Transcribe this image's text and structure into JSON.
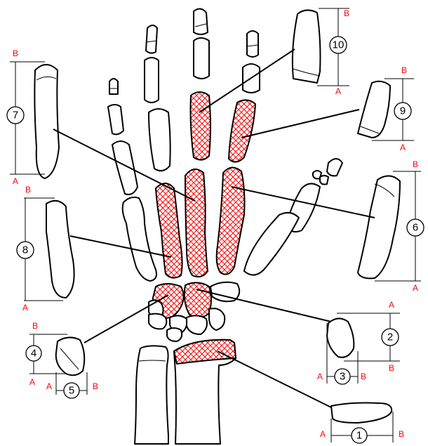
{
  "colors": {
    "hatch": "#ff0000",
    "ab_label": "#ff0000",
    "outline": "#000000"
  },
  "labels": {
    "m1": {
      "number": "1",
      "a": "A",
      "b": "B"
    },
    "m2": {
      "number": "2",
      "a": "A",
      "b": "B"
    },
    "m3": {
      "number": "3",
      "a": "A",
      "b": "B"
    },
    "m4": {
      "number": "4",
      "a": "A",
      "b": "B"
    },
    "m5": {
      "number": "5",
      "a": "A",
      "b": "B"
    },
    "m6": {
      "number": "6",
      "a": "A",
      "b": "B"
    },
    "m7": {
      "number": "7",
      "a": "A",
      "b": "B"
    },
    "m8": {
      "number": "8",
      "a": "A",
      "b": "B"
    },
    "m9": {
      "number": "9",
      "a": "A",
      "b": "B"
    },
    "m10": {
      "number": "10",
      "a": "A",
      "b": "B"
    }
  }
}
